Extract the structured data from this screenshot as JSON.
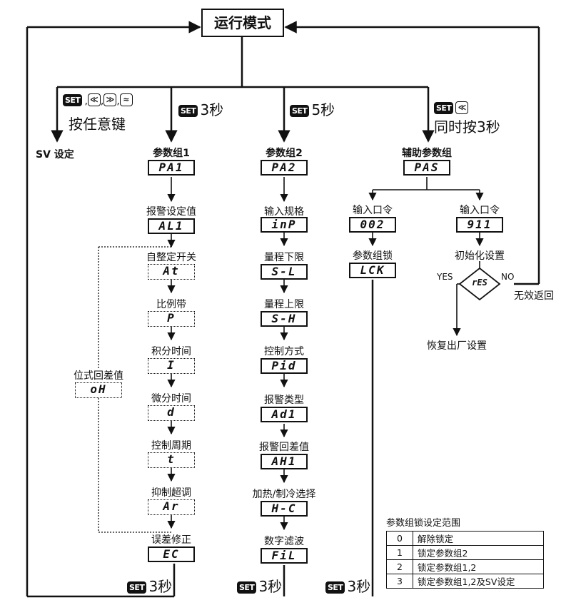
{
  "title": "运行模式",
  "branches": {
    "sv": {
      "keys": [
        "SET",
        "≪",
        "≫",
        "≈"
      ],
      "action": "按任意键",
      "target": "SV 设定"
    },
    "pa1": {
      "key": "SET",
      "hold": "3秒",
      "group": "参数组1",
      "code": "PA1"
    },
    "pa2": {
      "key": "SET",
      "hold": "5秒",
      "group": "参数组2",
      "code": "PA2"
    },
    "pas": {
      "key": "SET",
      "key2": "≪",
      "hold": "同时按3秒",
      "group": "辅助参数组",
      "code": "PAS"
    }
  },
  "group1": [
    {
      "label": "报警设定值",
      "code": "AL1"
    },
    {
      "label": "自整定开关",
      "code": "At"
    },
    {
      "label": "比例带",
      "code": "P"
    },
    {
      "label": "积分时间",
      "code": "I"
    },
    {
      "label": "微分时间",
      "code": "d"
    },
    {
      "label": "控制周期",
      "code": "t"
    },
    {
      "label": "抑制超调",
      "code": "Ar"
    },
    {
      "label": "误差修正",
      "code": "EC"
    }
  ],
  "side_param": {
    "label": "位式回差值",
    "code": "oH"
  },
  "group2": [
    {
      "label": "输入规格",
      "code": "inP"
    },
    {
      "label": "量程下限",
      "code": "S-L"
    },
    {
      "label": "量程上限",
      "code": "S-H"
    },
    {
      "label": "控制方式",
      "code": "Pid"
    },
    {
      "label": "报警类型",
      "code": "Ad1"
    },
    {
      "label": "报警回差值",
      "code": "AH1"
    },
    {
      "label": "加热/制冷选择",
      "code": "H-C"
    },
    {
      "label": "数字滤波",
      "code": "FiL"
    }
  ],
  "aux_left": [
    {
      "label": "输入口令",
      "code": "002"
    },
    {
      "label": "参数组锁",
      "code": "LCK"
    }
  ],
  "aux_right": {
    "label": "输入口令",
    "code": "911",
    "init_label": "初始化设置",
    "decision": "rES",
    "yes": "YES",
    "no": "NO",
    "yes_result": "恢复出厂设置",
    "no_result": "无效返回"
  },
  "returns": [
    {
      "key": "SET",
      "hold": "3秒"
    },
    {
      "key": "SET",
      "hold": "3秒"
    },
    {
      "key": "SET",
      "hold": "3秒"
    }
  ],
  "lock_table": {
    "title": "参数组锁设定范围",
    "rows": [
      {
        "value": "0",
        "desc": "解除锁定"
      },
      {
        "value": "1",
        "desc": "锁定参数组2"
      },
      {
        "value": "2",
        "desc": "锁定参数组1,2"
      },
      {
        "value": "3",
        "desc": "锁定参数组1,2及SV设定"
      }
    ]
  }
}
